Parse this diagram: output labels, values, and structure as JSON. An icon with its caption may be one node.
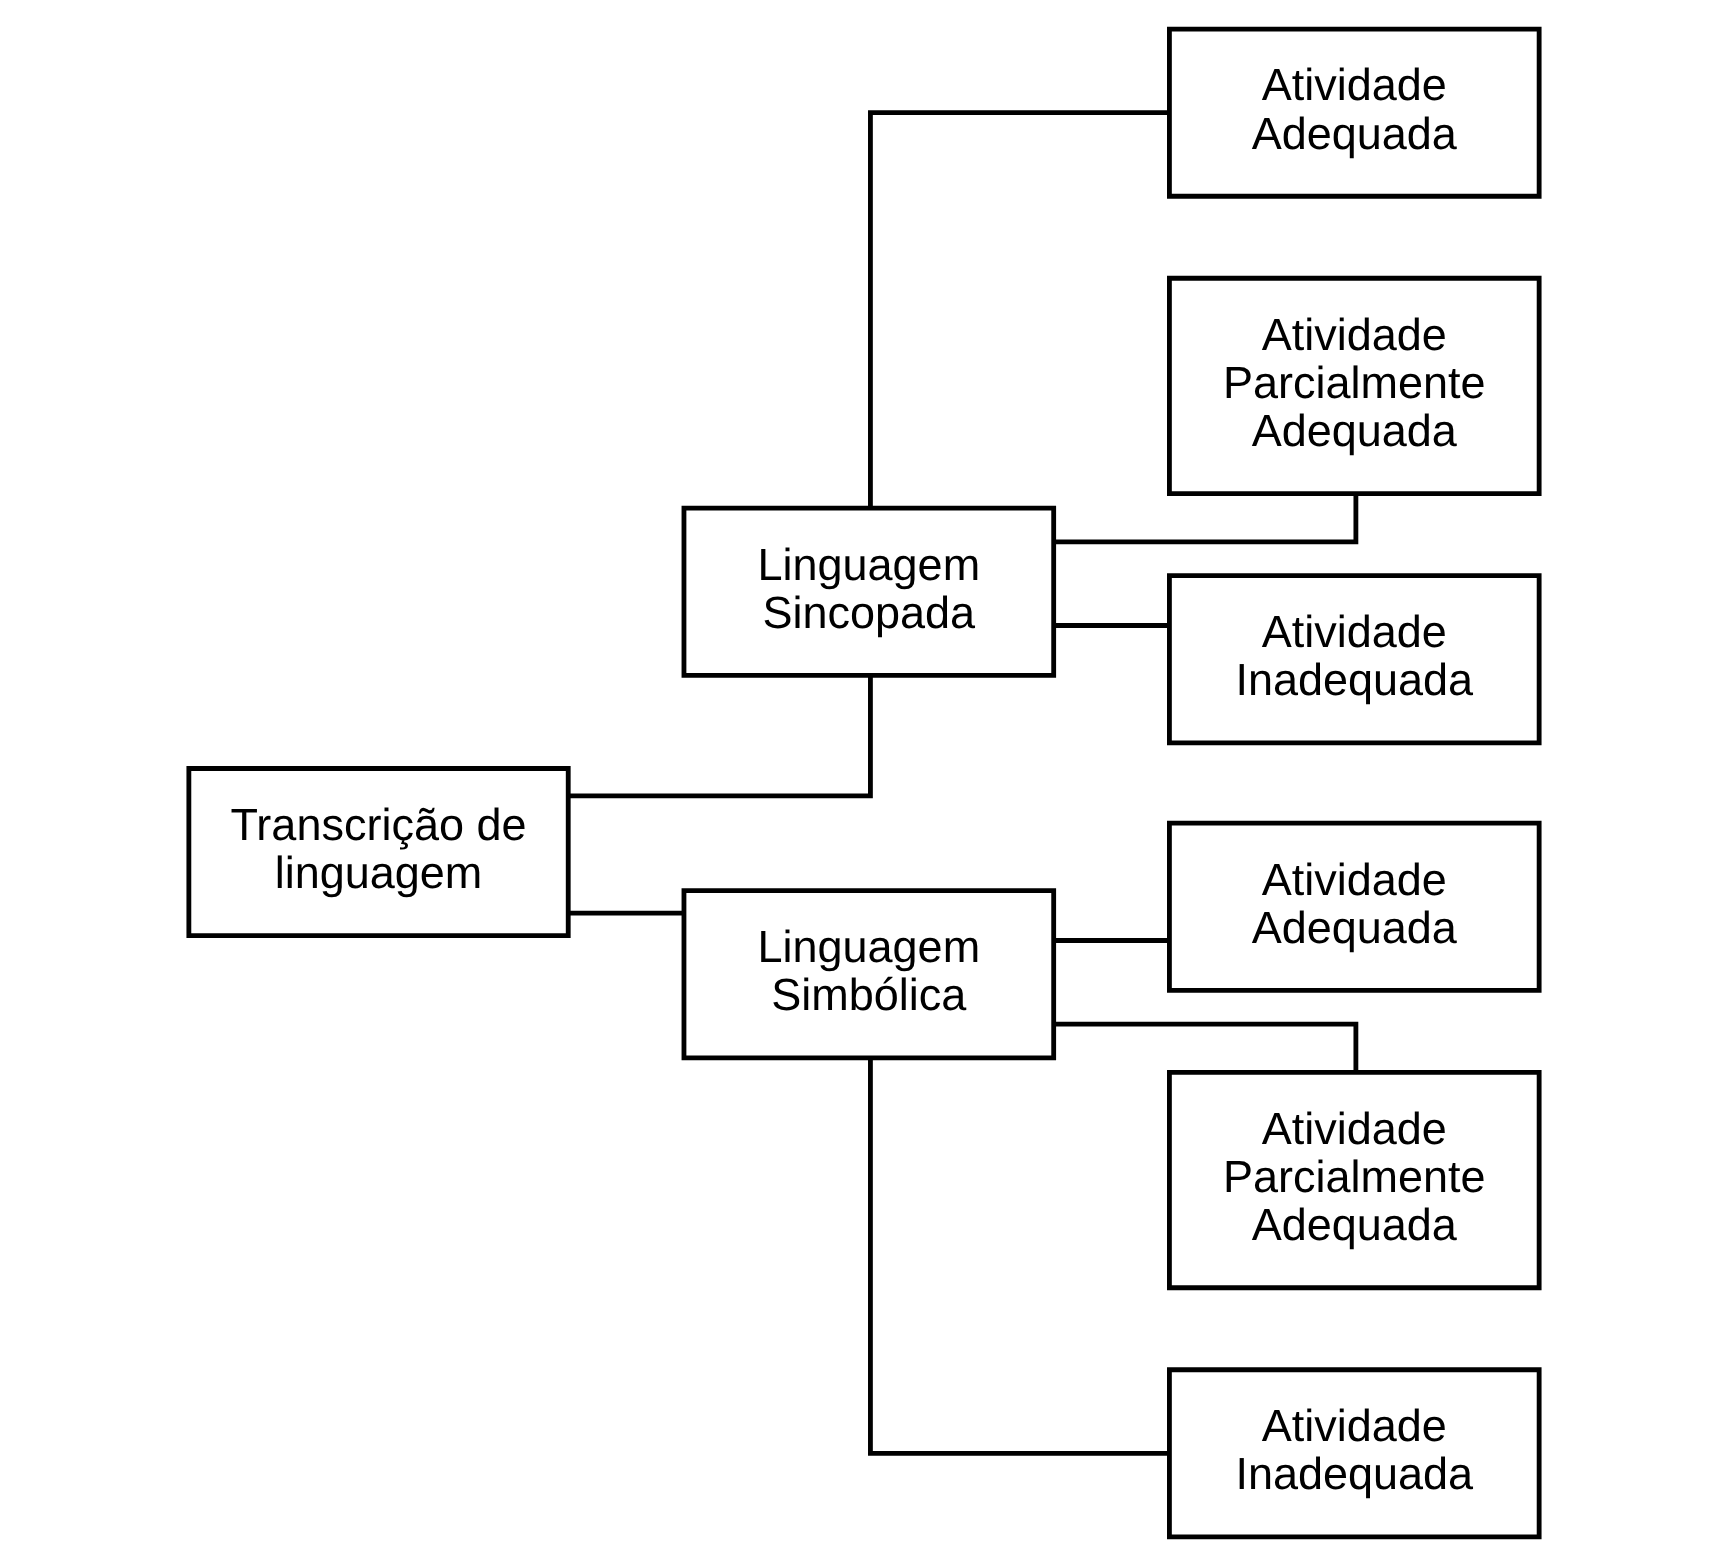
{
  "diagram": {
    "nodes": [
      {
        "text": [
          "Transcrição de linguagem"
        ]
      },
      {
        "text": [
          "Linguagem Sincopada"
        ]
      },
      {
        "text": [
          "Atividade Adequada"
        ]
      },
      {
        "text": [
          "Atividade Parcialmente Adequada"
        ]
      },
      {
        "text": [
          "Atividade Inadequada"
        ]
      },
      {
        "text": [
          "Linguagem Simbólica"
        ]
      },
      {
        "text": [
          "Atividade Adequada"
        ]
      },
      {
        "text": [
          "Atividade Parcialmente Adequada"
        ]
      },
      {
        "text": [
          "Atividade Inadequada"
        ]
      }
    ],
    "edges": [
      {
        "from": 0,
        "to": 1,
        "arrow": "none"
      },
      {
        "from": 0,
        "to": 5,
        "arrow": "none"
      },
      {
        "from": 1,
        "to": 2,
        "arrow": "none"
      },
      {
        "from": 1,
        "to": 3,
        "arrow": "none"
      },
      {
        "from": 1,
        "to": 4,
        "arrow": "none"
      },
      {
        "from": 5,
        "to": 6,
        "arrow": "none"
      },
      {
        "from": 5,
        "to": 7,
        "arrow": "none"
      },
      {
        "from": 5,
        "to": 8,
        "arrow": "none"
      }
    ]
  }
}
